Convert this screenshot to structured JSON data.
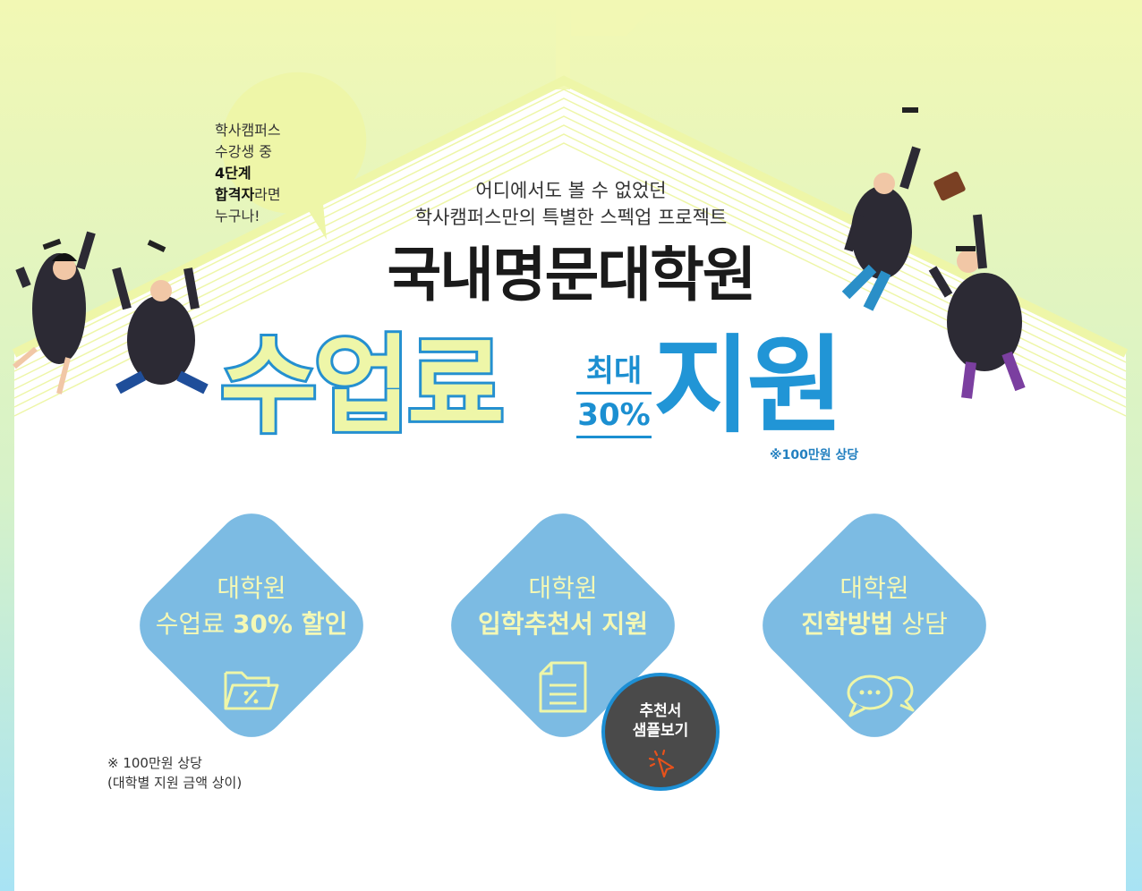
{
  "bubble": {
    "line1": "학사캠퍼스",
    "line2": "수강생 중",
    "line3_strong": "4단계",
    "line4_strong": "합격자",
    "line4_rest": "라면",
    "line5": "누구나!"
  },
  "intro": {
    "line1": "어디에서도 볼 수 없었던",
    "line2": "학사캠퍼스만의 특별한 스펙업 프로젝트"
  },
  "headline": "국내명문대학원",
  "big_left": "수업료",
  "max_label": {
    "line1": "최대",
    "line2": "30%"
  },
  "big_right": "지원",
  "value_note": "※100만원 상당",
  "cards": [
    {
      "title_line1": "대학원",
      "title_plain": "수업료 ",
      "title_strong": "30% 할인",
      "icon": "folder-percent-icon"
    },
    {
      "title_line1": "대학원",
      "title_plain": "",
      "title_strong": "입학추천서 지원",
      "icon": "document-icon"
    },
    {
      "title_line1": "대학원",
      "title_strong": "진학방법",
      "title_plain": " 상담",
      "icon": "chat-bubbles-icon"
    }
  ],
  "footnote": {
    "line1": "※ 100만원 상당",
    "line2": "(대학별 지원 금액 상이)"
  },
  "cta": {
    "line1": "추천서",
    "line2": "샘플보기",
    "icon": "cursor-click-icon"
  },
  "colors": {
    "accent_blue": "#1b8fd1",
    "card_blue": "#7cbbe3",
    "pale_yellow": "#eef6a8",
    "cta_dark": "#4a4a4a",
    "cursor_orange": "#e8521b"
  }
}
